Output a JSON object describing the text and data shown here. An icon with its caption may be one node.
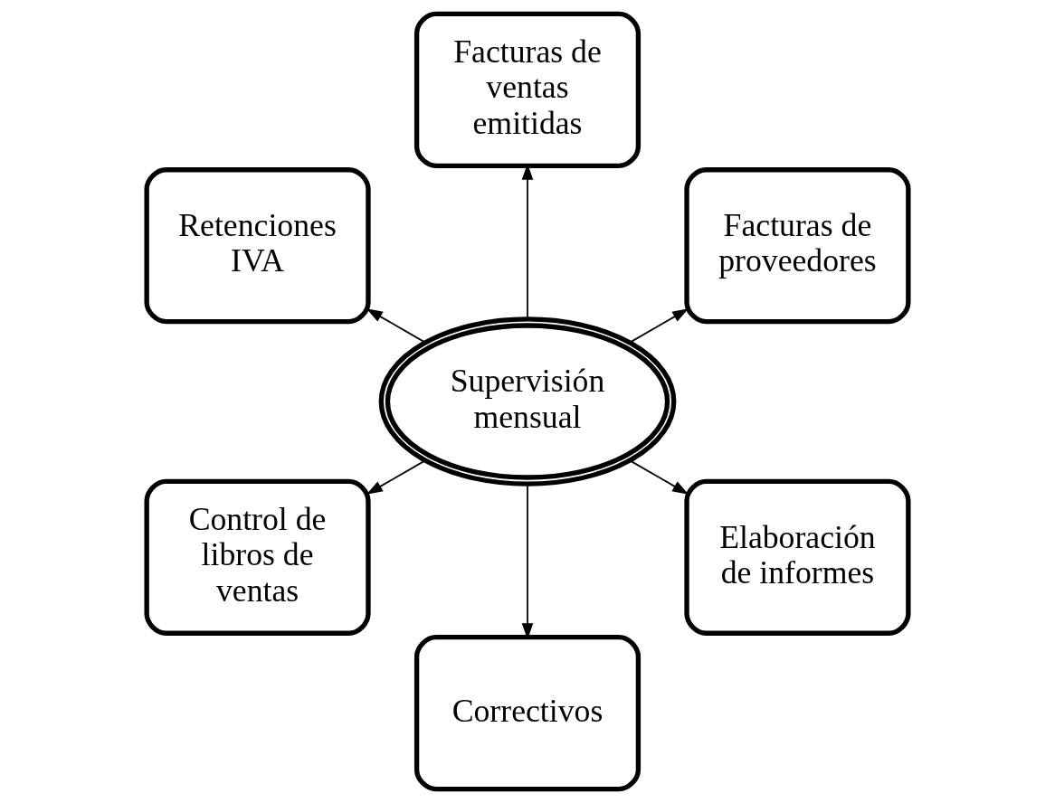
{
  "diagram": {
    "nodes": [
      {
        "text": [
          "Supervisión mensual"
        ]
      },
      {
        "text": [
          "Facturas de proveedores"
        ]
      },
      {
        "text": [
          "Facturas de ventas emitidas"
        ]
      },
      {
        "text": [
          "Retenciones IVA"
        ]
      },
      {
        "text": [
          "Control de libros de ventas"
        ]
      },
      {
        "text": [
          "Correctivos"
        ]
      },
      {
        "text": [
          "Elaboración de informes"
        ]
      }
    ],
    "edges": [
      {
        "from": 0,
        "to": 1,
        "arrow": "to"
      },
      {
        "from": 0,
        "to": 2,
        "arrow": "to"
      },
      {
        "from": 0,
        "to": 3,
        "arrow": "to"
      },
      {
        "from": 0,
        "to": 4,
        "arrow": "to"
      },
      {
        "from": 0,
        "to": 5,
        "arrow": "to"
      },
      {
        "from": 0,
        "to": 6,
        "arrow": "to"
      }
    ]
  }
}
